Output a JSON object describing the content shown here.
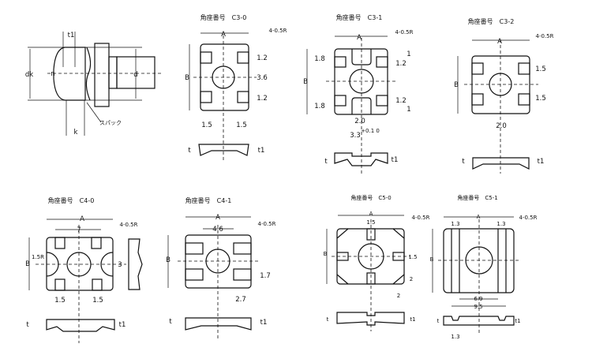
{
  "screw": {
    "t1": "t1",
    "dk": "dk",
    "n": "n",
    "d": "d",
    "k": "k",
    "washer_label": "スパック"
  },
  "c30": {
    "title": "角座番号　C3-0",
    "A": "A",
    "B": "B",
    "radius": "4-0.5R",
    "dim_top": "1.2",
    "dim_mid": "3.6",
    "dim_bot": "1.2",
    "dim_left": "1.5",
    "dim_right": "1.5",
    "t": "t",
    "t1": "t1"
  },
  "c31": {
    "title": "角座番号　C3-1",
    "A": "A",
    "B": "B",
    "radius": "4-0.5R",
    "dim_l_top": "1.8",
    "dim_l_bot": "1.8",
    "dim_r1": "1",
    "dim_r2": "1.2",
    "dim_r3": "1.2",
    "dim_r4": "1",
    "dim_slot": "2.0",
    "dim_width": "3.3",
    "tol": "+0.1 0",
    "t": "t",
    "t1": "t1"
  },
  "c32": {
    "title": "角座番号　C3-2",
    "A": "A",
    "B": "B",
    "radius": "4-0.5R",
    "dim_top": "1.5",
    "dim_bot": "1.5",
    "dim_w": "2.0",
    "t": "t",
    "t1": "t1"
  },
  "c40": {
    "title": "角座番号　C4-0",
    "A": "A",
    "B": "B",
    "radius": "4-0.5R",
    "notch_r": "1.5R",
    "dim_7": "7",
    "dim_3": "3",
    "dim_left": "1.5",
    "dim_right": "1.5",
    "t": "t",
    "t1": "t1"
  },
  "c41": {
    "title": "角座番号　C4-1",
    "A": "A",
    "B": "B",
    "radius": "4-0.5R",
    "dim_46": "4.6",
    "dim_17": "1.7",
    "dim_27": "2.7",
    "t": "t",
    "t1": "t1"
  },
  "c50": {
    "title": "角座番号　C5-0",
    "A": "A",
    "B": "B",
    "radius": "4-0.5R",
    "dim_slot": "1.5",
    "dim_r15": "1.5",
    "dim_r2": "2",
    "dim_b2": "2",
    "t": "t",
    "t1": "t1"
  },
  "c51": {
    "title": "角座番号　C5-1",
    "A": "A",
    "B": "B",
    "radius": "4-0.5R",
    "dim_l13": "1.3",
    "dim_r13": "1.3",
    "dim_69": "6.9",
    "dim_95": "9.5",
    "dim_b13": "1.3",
    "t": "t",
    "t1": "t1"
  }
}
